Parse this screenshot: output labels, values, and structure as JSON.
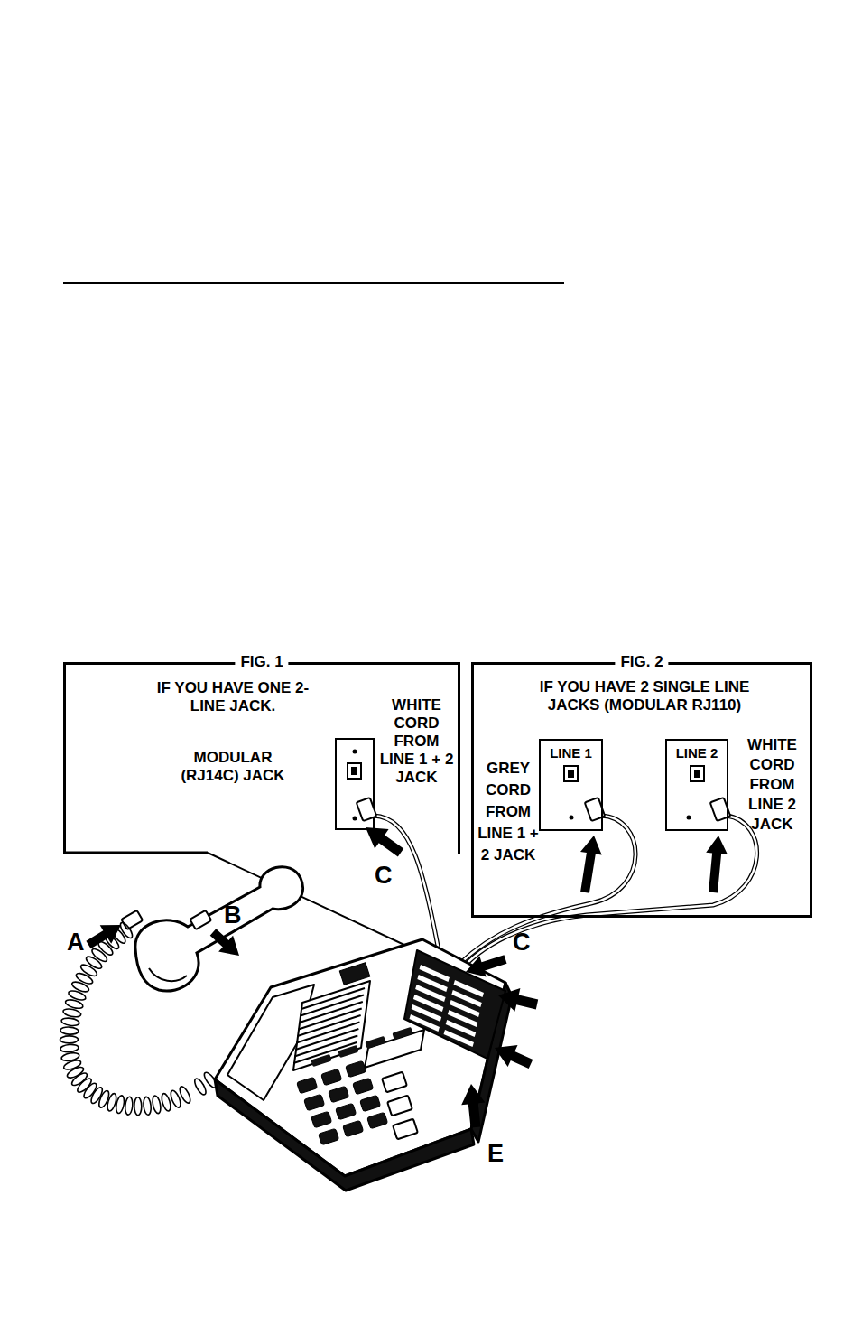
{
  "diagram": {
    "nodes": [
      {
        "text": [
          "FIG. 1",
          "IF YOU HAVE ONE 2-LINE JACK.",
          "MODULAR (RJ14C) JACK",
          "WHITE CORD FROM LINE 1 + 2 JACK"
        ]
      },
      {
        "text": [
          "FIG. 2",
          "IF YOU HAVE 2 SINGLE LINE JACKS (MODULAR RJ110)",
          "GREY CORD FROM LINE 1 + 2 JACK",
          "WHITE CORD FROM LINE 2 JACK"
        ]
      },
      {
        "text": [
          "LINE 1"
        ],
        "in": 1
      },
      {
        "text": [
          "LINE 2"
        ],
        "in": 1
      }
    ],
    "labels": [
      "A",
      "B",
      "C",
      "C",
      "E"
    ]
  }
}
